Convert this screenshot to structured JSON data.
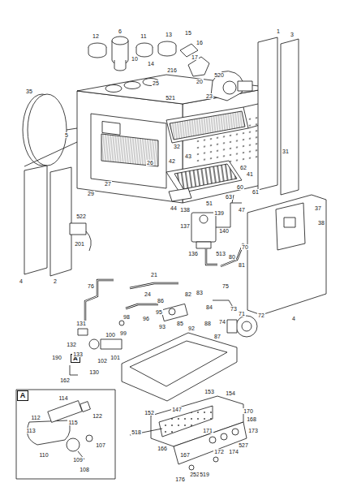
{
  "diagram": {
    "nodes": [
      {
        "text": [
          "A"
        ]
      },
      {
        "text": [
          "A"
        ]
      }
    ],
    "labels": [
      "12",
      "6",
      "11",
      "13",
      "10",
      "14",
      "15",
      "16",
      "17",
      "216",
      "25",
      "1",
      "3",
      "20",
      "520",
      "521",
      "23",
      "35",
      "5",
      "32",
      "31",
      "26",
      "27",
      "29",
      "41",
      "42",
      "43",
      "44",
      "61",
      "62",
      "63",
      "60",
      "47",
      "51",
      "138",
      "139",
      "140",
      "137",
      "136",
      "37",
      "38",
      "4",
      "522",
      "201",
      "2",
      "4",
      "70",
      "513",
      "80",
      "81",
      "21",
      "24",
      "76",
      "82",
      "83",
      "84",
      "85",
      "86",
      "88",
      "87",
      "73",
      "74",
      "75",
      "72",
      "71",
      "93",
      "92",
      "95",
      "96",
      "98",
      "99",
      "131",
      "132",
      "133",
      "100",
      "101",
      "102",
      "130",
      "162",
      "190",
      "147",
      "152",
      "518",
      "153",
      "154",
      "170",
      "168",
      "167",
      "166",
      "252",
      "519",
      "172",
      "171",
      "174",
      "176",
      "527",
      "173",
      "112",
      "113",
      "114",
      "115",
      "122",
      "110",
      "108",
      "107",
      "109"
    ]
  }
}
